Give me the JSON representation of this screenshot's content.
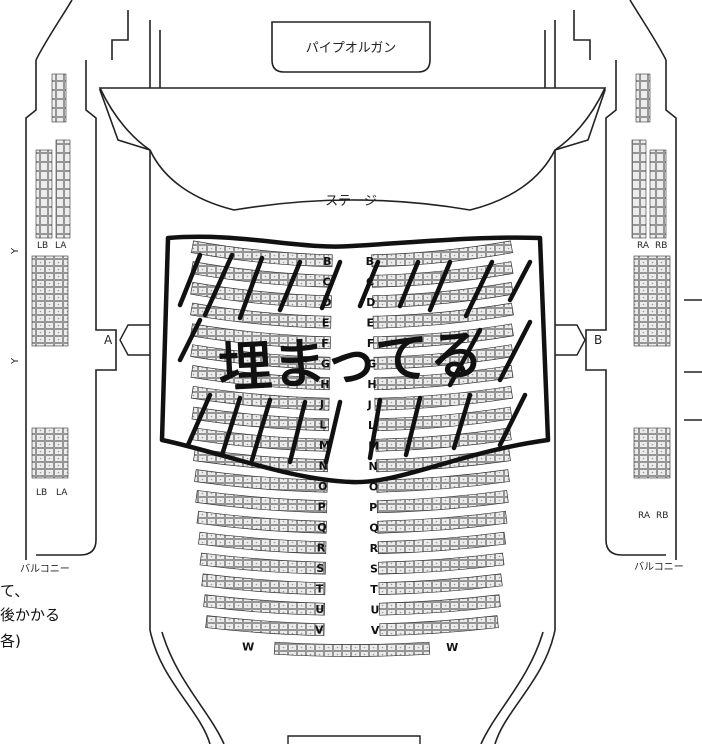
{
  "hall": {
    "organ_label": "パイプオルガン",
    "stage_label": "ステージ",
    "door_left": "A",
    "door_right": "B",
    "balcony_left": "バルコニー",
    "balcony_right": "バルコニー",
    "left_block_top": [
      "LB",
      "LA"
    ],
    "left_block_bottom": [
      "LB",
      "LA"
    ],
    "right_block_top": [
      "RA",
      "RB"
    ],
    "right_block_bottom": [
      "RA",
      "RB"
    ],
    "left_markers": [
      "Y",
      "Y"
    ],
    "center_rows": [
      "B",
      "C",
      "D",
      "E",
      "F",
      "G",
      "H",
      "J",
      "L",
      "M",
      "N",
      "O",
      "P",
      "Q",
      "R",
      "S",
      "T",
      "U",
      "V",
      "W"
    ]
  },
  "annotation": {
    "handwritten_text": "埋まってる",
    "color": "#111111"
  },
  "side_text": {
    "line1": "て、",
    "line2": "後かかる",
    "line3": "各)"
  },
  "colors": {
    "ink": "#222222",
    "seat_fill": "#e6e6e6",
    "background": "#ffffff"
  }
}
